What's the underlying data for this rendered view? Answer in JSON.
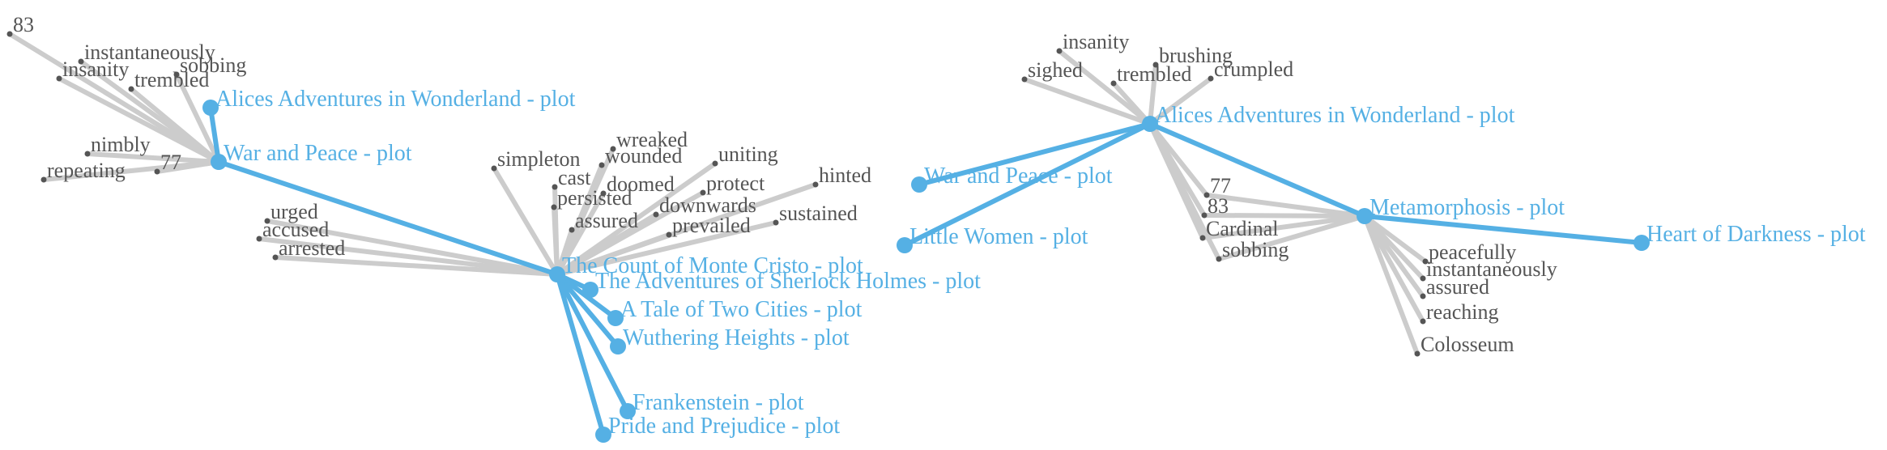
{
  "colors": {
    "book": "#55b0e4",
    "word": "#555555",
    "word_edge": "#cccccc"
  },
  "graph": {
    "nodes": [
      {
        "id": "n_83a",
        "label": "83",
        "kind": "word"
      },
      {
        "id": "n_instantaneously_a",
        "label": "instantaneously",
        "kind": "word"
      },
      {
        "id": "n_insanity_a",
        "label": "insanity",
        "kind": "word"
      },
      {
        "id": "n_sobbing_a",
        "label": "sobbing",
        "kind": "word"
      },
      {
        "id": "n_trembled_a",
        "label": "trembled",
        "kind": "word"
      },
      {
        "id": "n_alice_a",
        "label": "Alices Adventures in Wonderland - plot",
        "kind": "book"
      },
      {
        "id": "n_nimbly",
        "label": "nimbly",
        "kind": "word"
      },
      {
        "id": "n_77a",
        "label": "77",
        "kind": "word"
      },
      {
        "id": "n_repeating",
        "label": "repeating",
        "kind": "word"
      },
      {
        "id": "n_war_a",
        "label": "War and Peace - plot",
        "kind": "book"
      },
      {
        "id": "n_urged",
        "label": "urged",
        "kind": "word"
      },
      {
        "id": "n_accused",
        "label": "accused",
        "kind": "word"
      },
      {
        "id": "n_arrested",
        "label": "arrested",
        "kind": "word"
      },
      {
        "id": "n_simpleton",
        "label": "simpleton",
        "kind": "word"
      },
      {
        "id": "n_wreaked",
        "label": "wreaked",
        "kind": "word"
      },
      {
        "id": "n_wounded",
        "label": "wounded",
        "kind": "word"
      },
      {
        "id": "n_uniting",
        "label": "uniting",
        "kind": "word"
      },
      {
        "id": "n_cast",
        "label": "cast",
        "kind": "word"
      },
      {
        "id": "n_doomed",
        "label": "doomed",
        "kind": "word"
      },
      {
        "id": "n_protect",
        "label": "protect",
        "kind": "word"
      },
      {
        "id": "n_hinted",
        "label": "hinted",
        "kind": "word"
      },
      {
        "id": "n_persisted",
        "label": "persisted",
        "kind": "word"
      },
      {
        "id": "n_downwards",
        "label": "downwards",
        "kind": "word"
      },
      {
        "id": "n_assured_a",
        "label": "assured",
        "kind": "word"
      },
      {
        "id": "n_sustained",
        "label": "sustained",
        "kind": "word"
      },
      {
        "id": "n_prevailed",
        "label": "prevailed",
        "kind": "word"
      },
      {
        "id": "n_monte",
        "label": "The Count of Monte Cristo - plot",
        "kind": "book"
      },
      {
        "id": "n_sherlock",
        "label": "The Adventures of Sherlock Holmes - plot",
        "kind": "book"
      },
      {
        "id": "n_tale",
        "label": "A Tale of Two Cities - plot",
        "kind": "book"
      },
      {
        "id": "n_wuthering",
        "label": "Wuthering Heights - plot",
        "kind": "book"
      },
      {
        "id": "n_frankenstein",
        "label": "Frankenstein - plot",
        "kind": "book"
      },
      {
        "id": "n_pride",
        "label": "Pride and Prejudice - plot",
        "kind": "book"
      },
      {
        "id": "n_insanity_b",
        "label": "insanity",
        "kind": "word"
      },
      {
        "id": "n_brushing",
        "label": "brushing",
        "kind": "word"
      },
      {
        "id": "n_sighed",
        "label": "sighed",
        "kind": "word"
      },
      {
        "id": "n_trembled_b",
        "label": "trembled",
        "kind": "word"
      },
      {
        "id": "n_crumpled",
        "label": "crumpled",
        "kind": "word"
      },
      {
        "id": "n_alice_b",
        "label": "Alices Adventures in Wonderland - plot",
        "kind": "book"
      },
      {
        "id": "n_war_b",
        "label": "War and Peace - plot",
        "kind": "book"
      },
      {
        "id": "n_little",
        "label": "Little Women - plot",
        "kind": "book"
      },
      {
        "id": "n_77b",
        "label": "77",
        "kind": "word"
      },
      {
        "id": "n_83b",
        "label": "83",
        "kind": "word"
      },
      {
        "id": "n_cardinal",
        "label": "Cardinal",
        "kind": "word"
      },
      {
        "id": "n_sobbing_b",
        "label": "sobbing",
        "kind": "word"
      },
      {
        "id": "n_meta",
        "label": "Metamorphosis - plot",
        "kind": "book"
      },
      {
        "id": "n_heart",
        "label": "Heart of Darkness - plot",
        "kind": "book"
      },
      {
        "id": "n_peacefully",
        "label": "peacefully",
        "kind": "word"
      },
      {
        "id": "n_instantaneously_b",
        "label": "instantaneously",
        "kind": "word"
      },
      {
        "id": "n_assured_b",
        "label": "assured",
        "kind": "word"
      },
      {
        "id": "n_reaching",
        "label": "reaching",
        "kind": "word"
      },
      {
        "id": "n_colosseum",
        "label": "Colosseum",
        "kind": "word"
      }
    ],
    "edges": [
      [
        "n_war_a",
        "n_83a"
      ],
      [
        "n_war_a",
        "n_instantaneously_a"
      ],
      [
        "n_war_a",
        "n_insanity_a"
      ],
      [
        "n_war_a",
        "n_sobbing_a"
      ],
      [
        "n_war_a",
        "n_trembled_a"
      ],
      [
        "n_war_a",
        "n_nimbly"
      ],
      [
        "n_war_a",
        "n_77a"
      ],
      [
        "n_war_a",
        "n_repeating"
      ],
      [
        "n_war_a",
        "n_alice_a"
      ],
      [
        "n_war_a",
        "n_monte"
      ],
      [
        "n_monte",
        "n_urged"
      ],
      [
        "n_monte",
        "n_accused"
      ],
      [
        "n_monte",
        "n_arrested"
      ],
      [
        "n_monte",
        "n_simpleton"
      ],
      [
        "n_monte",
        "n_wreaked"
      ],
      [
        "n_monte",
        "n_wounded"
      ],
      [
        "n_monte",
        "n_uniting"
      ],
      [
        "n_monte",
        "n_cast"
      ],
      [
        "n_monte",
        "n_doomed"
      ],
      [
        "n_monte",
        "n_protect"
      ],
      [
        "n_monte",
        "n_hinted"
      ],
      [
        "n_monte",
        "n_persisted"
      ],
      [
        "n_monte",
        "n_downwards"
      ],
      [
        "n_monte",
        "n_assured_a"
      ],
      [
        "n_monte",
        "n_sustained"
      ],
      [
        "n_monte",
        "n_prevailed"
      ],
      [
        "n_monte",
        "n_sherlock"
      ],
      [
        "n_monte",
        "n_tale"
      ],
      [
        "n_monte",
        "n_wuthering"
      ],
      [
        "n_monte",
        "n_frankenstein"
      ],
      [
        "n_monte",
        "n_pride"
      ],
      [
        "n_alice_b",
        "n_insanity_b"
      ],
      [
        "n_alice_b",
        "n_brushing"
      ],
      [
        "n_alice_b",
        "n_sighed"
      ],
      [
        "n_alice_b",
        "n_trembled_b"
      ],
      [
        "n_alice_b",
        "n_crumpled"
      ],
      [
        "n_alice_b",
        "n_war_b"
      ],
      [
        "n_alice_b",
        "n_little"
      ],
      [
        "n_alice_b",
        "n_77b"
      ],
      [
        "n_alice_b",
        "n_83b"
      ],
      [
        "n_alice_b",
        "n_cardinal"
      ],
      [
        "n_alice_b",
        "n_sobbing_b"
      ],
      [
        "n_alice_b",
        "n_meta"
      ],
      [
        "n_meta",
        "n_77b"
      ],
      [
        "n_meta",
        "n_83b"
      ],
      [
        "n_meta",
        "n_cardinal"
      ],
      [
        "n_meta",
        "n_sobbing_b"
      ],
      [
        "n_meta",
        "n_heart"
      ],
      [
        "n_meta",
        "n_peacefully"
      ],
      [
        "n_meta",
        "n_instantaneously_b"
      ],
      [
        "n_meta",
        "n_assured_b"
      ],
      [
        "n_meta",
        "n_reaching"
      ],
      [
        "n_meta",
        "n_colosseum"
      ]
    ]
  }
}
